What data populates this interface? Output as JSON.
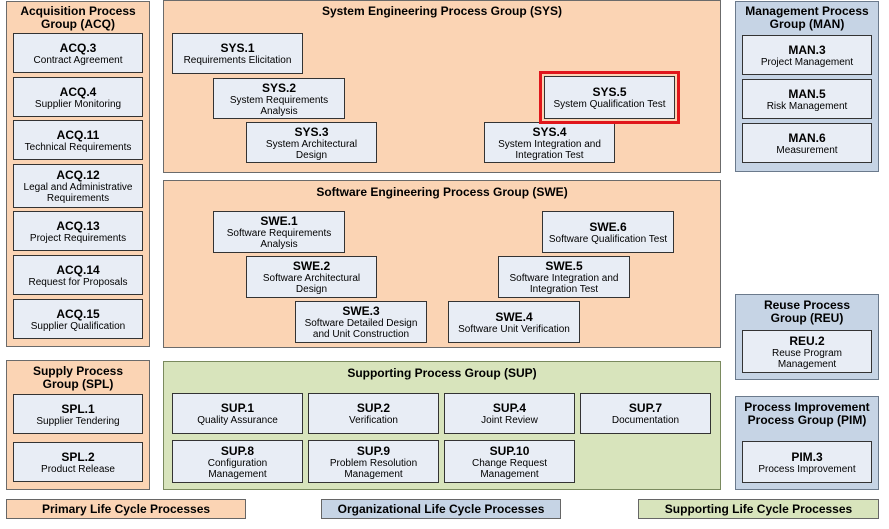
{
  "groups": {
    "acq": {
      "title": "Acquisition Process Group (ACQ)",
      "items": [
        {
          "id": "ACQ.3",
          "name": "Contract Agreement"
        },
        {
          "id": "ACQ.4",
          "name": "Supplier Monitoring"
        },
        {
          "id": "ACQ.11",
          "name": "Technical Requirements"
        },
        {
          "id": "ACQ.12",
          "name": "Legal and Administrative Requirements"
        },
        {
          "id": "ACQ.13",
          "name": "Project Requirements"
        },
        {
          "id": "ACQ.14",
          "name": "Request for Proposals"
        },
        {
          "id": "ACQ.15",
          "name": "Supplier Qualification"
        }
      ]
    },
    "sys": {
      "title": "System Engineering Process Group (SYS)",
      "items": [
        {
          "id": "SYS.1",
          "name": "Requirements Elicitation"
        },
        {
          "id": "SYS.2",
          "name": "System Requirements Analysis"
        },
        {
          "id": "SYS.3",
          "name": "System Architectural Design"
        },
        {
          "id": "SYS.4",
          "name": "System Integration and Integration Test"
        },
        {
          "id": "SYS.5",
          "name": "System Qualification Test"
        }
      ]
    },
    "man": {
      "title": "Management Process Group (MAN)",
      "items": [
        {
          "id": "MAN.3",
          "name": "Project Management"
        },
        {
          "id": "MAN.5",
          "name": "Risk Management"
        },
        {
          "id": "MAN.6",
          "name": "Measurement"
        }
      ]
    },
    "swe": {
      "title": "Software Engineering Process Group (SWE)",
      "items": [
        {
          "id": "SWE.1",
          "name": "Software Requirements Analysis"
        },
        {
          "id": "SWE.2",
          "name": "Software Architectural Design"
        },
        {
          "id": "SWE.3",
          "name": "Software Detailed Design and Unit Construction"
        },
        {
          "id": "SWE.4",
          "name": "Software Unit Verification"
        },
        {
          "id": "SWE.5",
          "name": "Software Integration and Integration Test"
        },
        {
          "id": "SWE.6",
          "name": "Software Qualification Test"
        }
      ]
    },
    "reu": {
      "title": "Reuse Process Group (REU)",
      "items": [
        {
          "id": "REU.2",
          "name": "Reuse Program Management"
        }
      ]
    },
    "spl": {
      "title": "Supply Process Group (SPL)",
      "items": [
        {
          "id": "SPL.1",
          "name": "Supplier Tendering"
        },
        {
          "id": "SPL.2",
          "name": "Product Release"
        }
      ]
    },
    "sup": {
      "title": "Supporting Process Group (SUP)",
      "items": [
        {
          "id": "SUP.1",
          "name": "Quality Assurance"
        },
        {
          "id": "SUP.2",
          "name": "Verification"
        },
        {
          "id": "SUP.4",
          "name": "Joint Review"
        },
        {
          "id": "SUP.7",
          "name": "Documentation"
        },
        {
          "id": "SUP.8",
          "name": "Configuration Management"
        },
        {
          "id": "SUP.9",
          "name": "Problem Resolution Management"
        },
        {
          "id": "SUP.10",
          "name": "Change Request Management"
        }
      ]
    },
    "pim": {
      "title": "Process Improvement Process Group (PIM)",
      "items": [
        {
          "id": "PIM.3",
          "name": "Process Improvement"
        }
      ]
    }
  },
  "highlighted": "SYS.5",
  "highlight_color": "#e0161b",
  "colors": {
    "primary": "#fbd4b4",
    "organizational": "#c6d4e5",
    "supporting": "#d8e4bc",
    "box": "#e8edf5"
  },
  "legend": {
    "primary": "Primary Life Cycle Processes",
    "organizational": "Organizational Life Cycle Processes",
    "supporting": "Supporting Life Cycle Processes"
  }
}
